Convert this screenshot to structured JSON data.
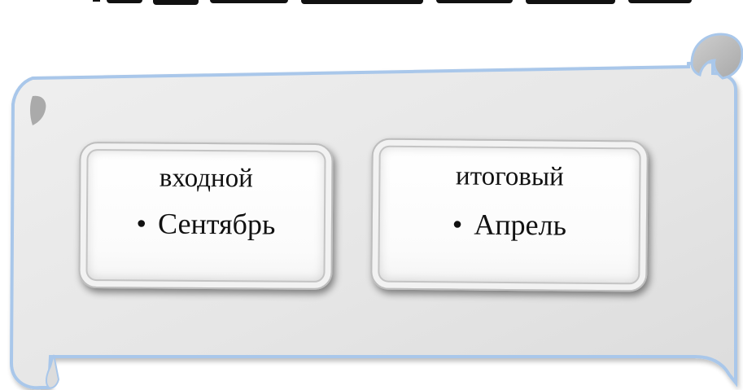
{
  "cards": [
    {
      "title": "входной",
      "item": "Сентябрь"
    },
    {
      "title": "итоговый",
      "item": "Апрель"
    }
  ],
  "bullet": "•",
  "colors": {
    "scroll_fill": "#e6e6e6",
    "scroll_border": "#a9c7ea",
    "scroll_curl": "#bdbdbd",
    "card_fill": "#ffffff",
    "card_border": "#bdbdbd",
    "text": "#111111"
  }
}
